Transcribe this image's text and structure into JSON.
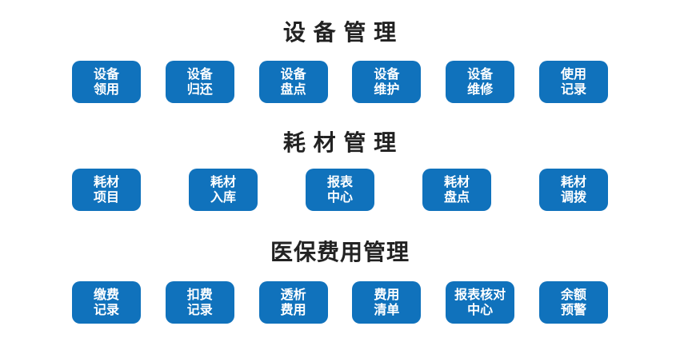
{
  "page": {
    "background_color": "#ffffff",
    "accent_color": "#1072BC",
    "button_text_color": "#ffffff",
    "title_color": "#222222"
  },
  "sections": [
    {
      "key": "equipment-management",
      "title": "设 备 管 理",
      "buttons": [
        {
          "key": "equipment-collect",
          "lines": [
            "设备",
            "领用"
          ]
        },
        {
          "key": "equipment-return",
          "lines": [
            "设备",
            "归还"
          ]
        },
        {
          "key": "equipment-inventory",
          "lines": [
            "设备",
            "盘点"
          ]
        },
        {
          "key": "equipment-maintain",
          "lines": [
            "设备",
            "维护"
          ]
        },
        {
          "key": "equipment-repair",
          "lines": [
            "设备",
            "维修"
          ]
        },
        {
          "key": "usage-record",
          "lines": [
            "使用",
            "记录"
          ]
        }
      ]
    },
    {
      "key": "consumable-management",
      "title": "耗 材 管 理",
      "buttons": [
        {
          "key": "consumable-item",
          "lines": [
            "耗材",
            "项目"
          ]
        },
        {
          "key": "consumable-inbound",
          "lines": [
            "耗材",
            "入库"
          ]
        },
        {
          "key": "report-center",
          "lines": [
            "报表",
            "中心"
          ]
        },
        {
          "key": "consumable-inventory",
          "lines": [
            "耗材",
            "盘点"
          ]
        },
        {
          "key": "consumable-transfer",
          "lines": [
            "耗材",
            "调拨"
          ]
        }
      ]
    },
    {
      "key": "medical-insurance-fee-management",
      "title": "医保费用管理",
      "buttons": [
        {
          "key": "payment-record",
          "lines": [
            "缴费",
            "记录"
          ]
        },
        {
          "key": "deduction-record",
          "lines": [
            "扣费",
            "记录"
          ]
        },
        {
          "key": "dialysis-fee",
          "lines": [
            "透析",
            "费用"
          ]
        },
        {
          "key": "fee-list",
          "lines": [
            "费用",
            "清单"
          ]
        },
        {
          "key": "report-check-center",
          "lines": [
            "报表核对",
            "中心"
          ]
        },
        {
          "key": "balance-warning",
          "lines": [
            "余额",
            "预警"
          ]
        }
      ]
    }
  ]
}
